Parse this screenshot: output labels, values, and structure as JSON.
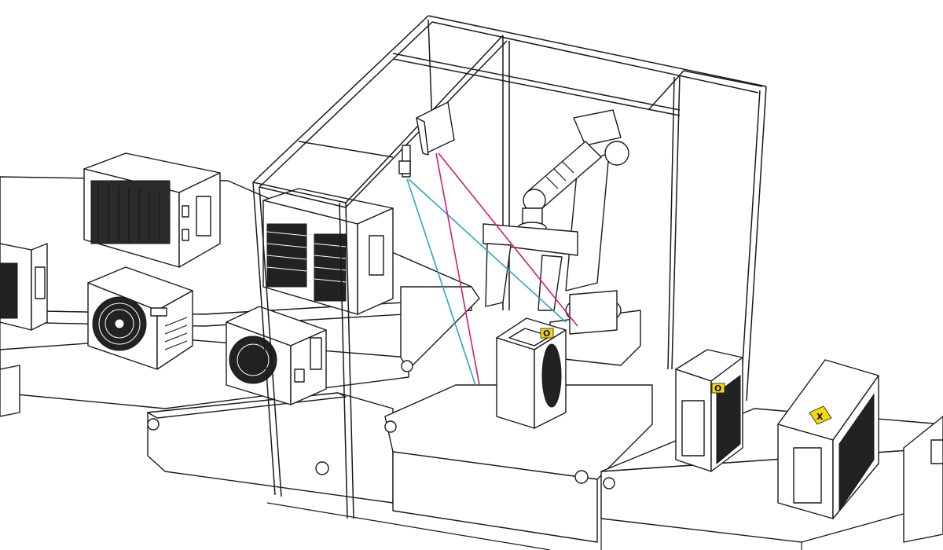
{
  "scene": {
    "labels": {
      "pass_mark_1": "O",
      "pass_mark_2": "O",
      "fail_mark": "X"
    },
    "colors": {
      "outline": "#1a1a1a",
      "background": "#ffffff",
      "beam_blue": "#2ba3c9",
      "beam_pink": "#d81b72",
      "label_yellow": "#f5d90a"
    },
    "icons": [
      "conveyor",
      "ac-outdoor-unit",
      "inspection-camera",
      "robot-arm",
      "inspection-frame"
    ]
  }
}
